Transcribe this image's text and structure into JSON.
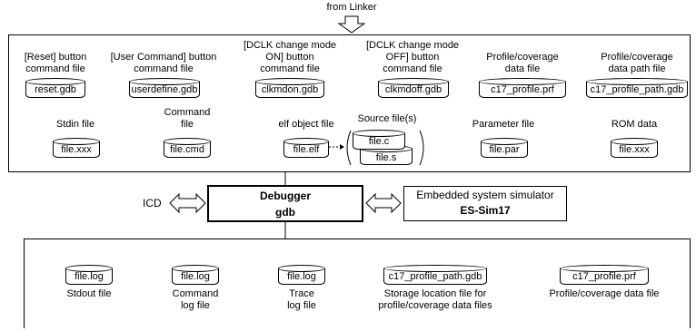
{
  "from_linker": "from Linker",
  "inputs": {
    "row1": [
      {
        "label": "[Reset] button\ncommand file",
        "file": "reset.gdb"
      },
      {
        "label": "[User Command] button\ncommand file",
        "file": "userdefine.gdb"
      },
      {
        "label": "[DCLK change mode\nON] button\ncommand file",
        "file": "clkmdon.gdb"
      },
      {
        "label": "[DCLK change mode\nOFF] button\ncommand file",
        "file": "clkmdoff.gdb"
      },
      {
        "label": "Profile/coverage\ndata file",
        "file": "c17_profile.prf"
      },
      {
        "label": "Profile/coverage\ndata path file",
        "file": "c17_profile_path.gdb"
      }
    ],
    "row2": [
      {
        "label": "Stdin file",
        "file": "file.xxx"
      },
      {
        "label": "Command\nfile",
        "file": "file.cmd"
      },
      {
        "label": "elf object file",
        "file": "file.elf"
      },
      {
        "label": "Parameter file",
        "file": "file.par"
      },
      {
        "label": "ROM data",
        "file": "file.xxx"
      }
    ],
    "source": {
      "label": "Source file(s)",
      "files": [
        "file.c",
        "file.s"
      ]
    }
  },
  "icd": "ICD",
  "debugger": {
    "title": "Debugger",
    "name": "gdb"
  },
  "simulator": {
    "title": "Embedded system simulator",
    "name": "ES-Sim17"
  },
  "outputs": [
    {
      "file": "file.log",
      "label": "Stdout file"
    },
    {
      "file": "file.log",
      "label": "Command\nlog file"
    },
    {
      "file": "file.log",
      "label": "Trace\nlog file"
    },
    {
      "file": "c17_profile_path.gdb",
      "label": "Storage location file for\nprofile/coverage data files"
    },
    {
      "file": "c17_profile.prf",
      "label": "Profile/coverage data file"
    }
  ]
}
